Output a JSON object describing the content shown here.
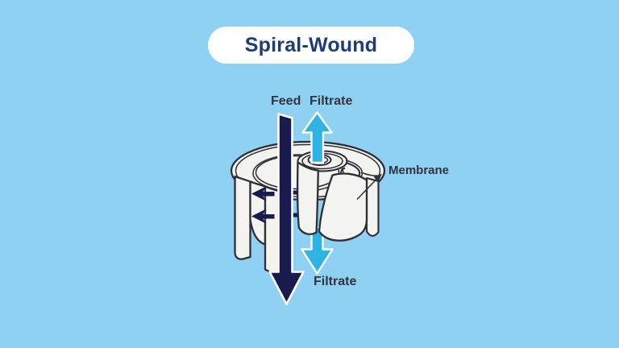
{
  "title": "Spiral-Wound",
  "labels": {
    "feed": "Feed",
    "filtrate_top": "Filtrate",
    "filtrate_bottom": "Filtrate",
    "membrane": "Membrane"
  },
  "icons": {
    "feed_arrow": "downward navy feed-flow arrow through module core",
    "filtrate_up_arrow": "upward cyan filtrate arrow",
    "filtrate_down_arrow": "downward cyan filtrate arrow",
    "permeate_arrows": "small navy arrows showing flow through membrane",
    "membrane_leader_arrow": "thin pointer arrow to membrane label"
  },
  "colors": {
    "background": "#8FD1F3",
    "pill_background": "#FFFFFF",
    "title_text": "#1D3E72",
    "membrane_fill": "#F3F3F0",
    "outline": "#2E2E38",
    "feed_arrow": "#191B4F",
    "filtrate_arrow": "#2FB3E5",
    "label_text": "#33333B"
  }
}
